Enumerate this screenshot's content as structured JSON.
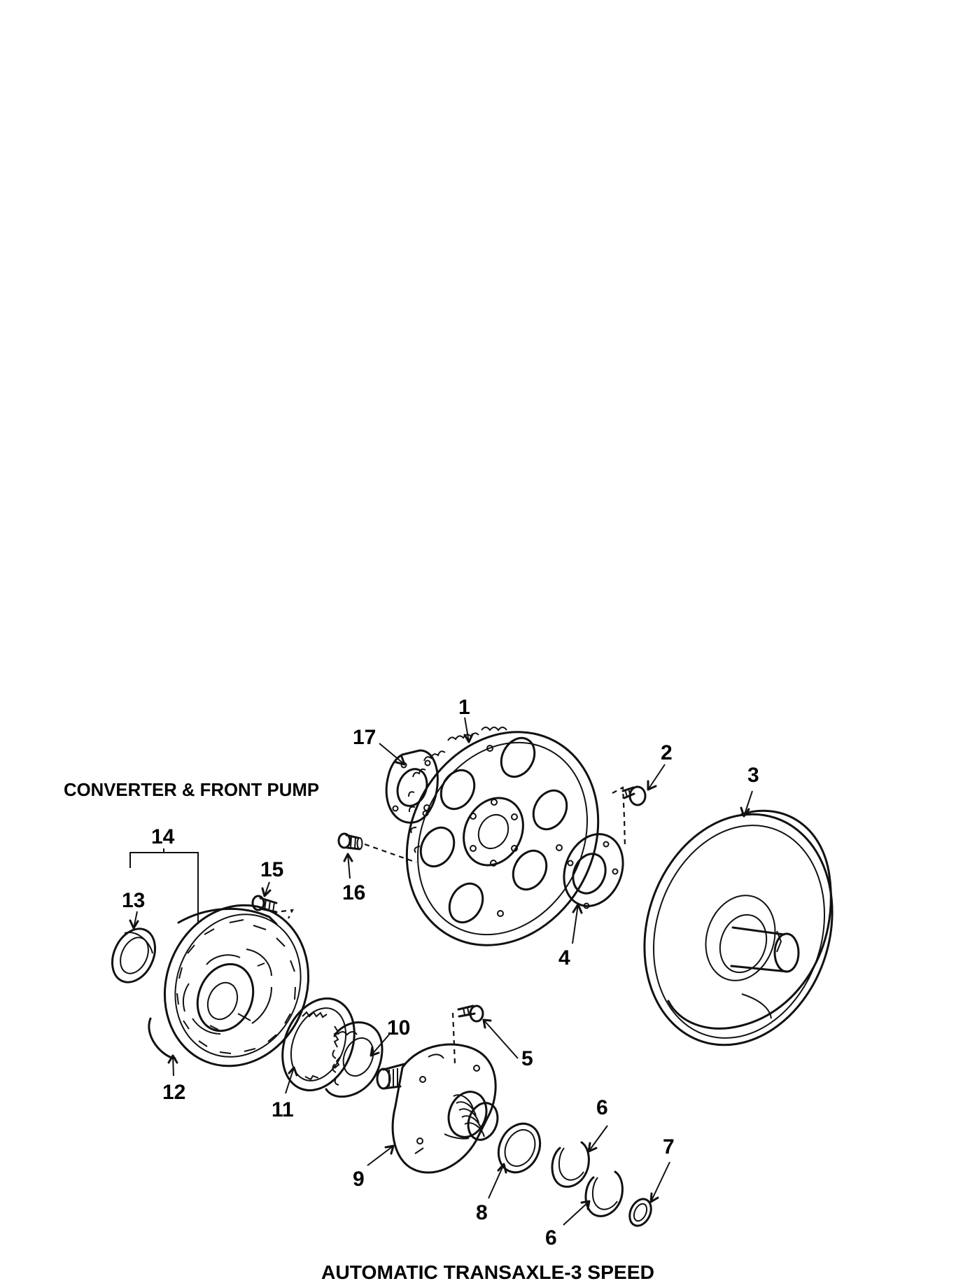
{
  "section_title": "CONVERTER & FRONT PUMP",
  "diagram_title": "AUTOMATIC TRANSAXLE-3 SPEED",
  "callouts": {
    "c1": "1",
    "c2": "2",
    "c3": "3",
    "c4": "4",
    "c5": "5",
    "c6a": "6",
    "c6b": "6",
    "c7": "7",
    "c8": "8",
    "c9": "9",
    "c10": "10",
    "c11": "11",
    "c12": "12",
    "c13": "13",
    "c14": "14",
    "c15": "15",
    "c16": "16",
    "c17": "17"
  }
}
